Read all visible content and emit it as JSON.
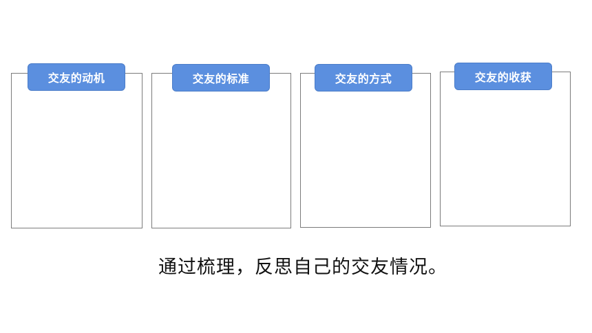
{
  "cards": [
    {
      "label": "交友的动机"
    },
    {
      "label": "交友的标准"
    },
    {
      "label": "交友的方式"
    },
    {
      "label": "交友的收获"
    }
  ],
  "caption": "通过梳理，反思自己的交友情况。",
  "colors": {
    "tag_fill": "#5b8fdf",
    "tag_text": "#ffffff",
    "card_border": "#7a7a7a"
  }
}
